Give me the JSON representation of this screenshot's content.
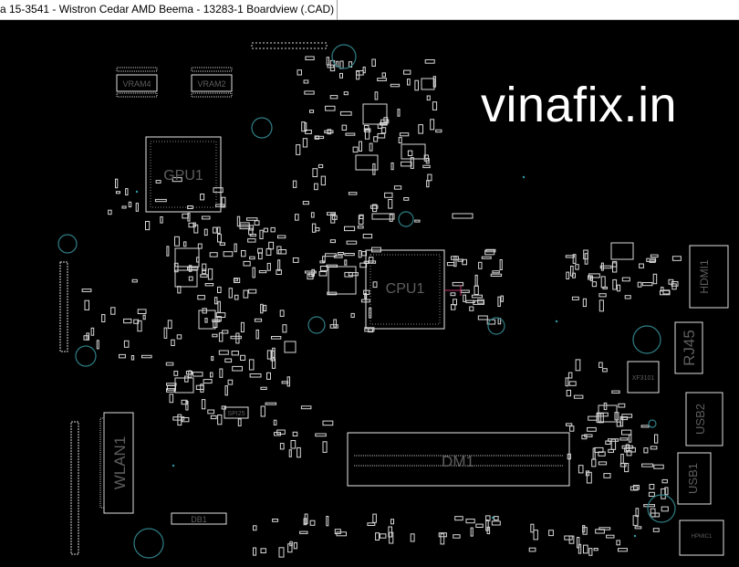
{
  "window": {
    "title": "a 15-3541 - Wistron Cedar AMD Beema - 13283-1 Boardview (.CAD)"
  },
  "watermark": "vinafix.in",
  "components": {
    "vram4": "VRAM4",
    "vram2": "VRAM2",
    "gpu1": "GPU1",
    "cpu1": "CPU1",
    "hdmi1": "HDMI1",
    "rj45": "RJ45",
    "xf3101": "XF3101",
    "usb2": "USB2",
    "usb1": "USB1",
    "spi25": "SPI25",
    "wlan1": "WLAN1",
    "dm1": "DM1",
    "db1": "DB1",
    "hpmic1": "HPMIC1"
  },
  "colors": {
    "background": "#000000",
    "outline": "#e8e8e8",
    "label": "#5e5e5e",
    "mounting_hole": "#2f7f86",
    "watermark": "#ffffff"
  }
}
